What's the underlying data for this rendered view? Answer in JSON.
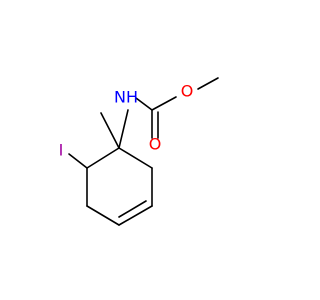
{
  "molecule": {
    "atoms": {
      "iodine": {
        "symbol": "I",
        "color": "#a000a0"
      },
      "nitrogen": {
        "symbol": "NH",
        "color": "#0000ff"
      },
      "carbonyl_oxygen": {
        "symbol": "O",
        "color": "#ff0000"
      },
      "ester_oxygen": {
        "symbol": "O",
        "color": "#ff0000"
      }
    },
    "bond_color": "#000000"
  }
}
